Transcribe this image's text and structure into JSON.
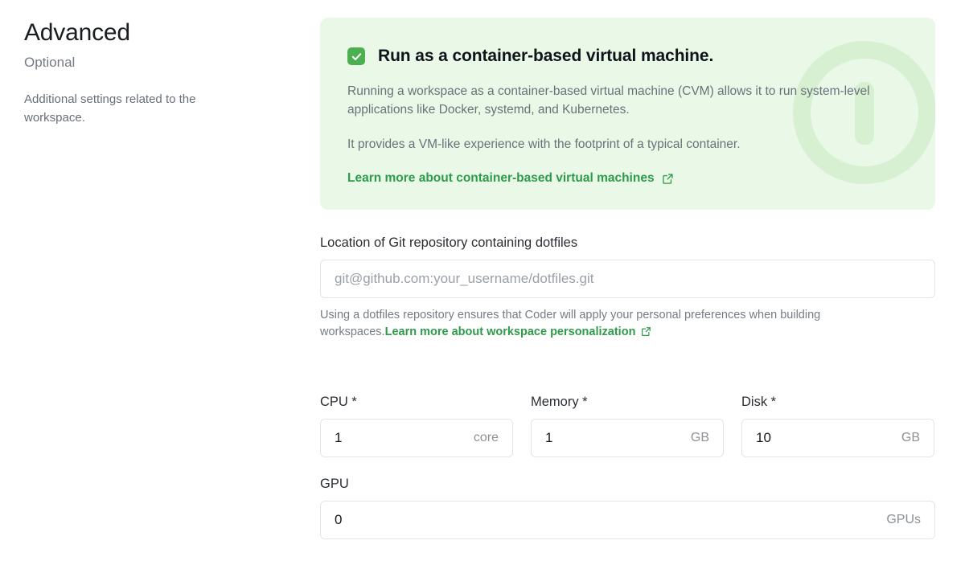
{
  "sidebar": {
    "title": "Advanced",
    "subtitle": "Optional",
    "description": "Additional settings related to the workspace."
  },
  "info_card": {
    "checkbox_checked": true,
    "checkbox_icon": "checkmark-icon",
    "title": "Run as a container-based virtual machine.",
    "paragraph_1": "Running a workspace as a container-based virtual machine (CVM) allows it to run system-level applications like Docker, systemd, and Kubernetes.",
    "paragraph_2": "It provides a VM-like experience with the footprint of a typical container.",
    "link_label": "Learn more about container-based virtual machines",
    "link_icon": "external-link-icon",
    "watermark_icon": "info-circle-icon",
    "background_color": "#e9f8e7",
    "accent_color": "#2e9b4a",
    "checkbox_color": "#4caf50"
  },
  "dotfiles": {
    "label": "Location of Git repository containing dotfiles",
    "value": "",
    "placeholder": "git@github.com:your_username/dotfiles.git",
    "help_text": "Using a dotfiles repository ensures that Coder will apply your personal preferences when building workspaces.",
    "help_link_label": "Learn more about workspace personalization",
    "help_link_icon": "external-link-icon"
  },
  "resources": [
    {
      "name": "cpu",
      "label": "CPU *",
      "value": "1",
      "suffix": "core"
    },
    {
      "name": "memory",
      "label": "Memory *",
      "value": "1",
      "suffix": "GB"
    },
    {
      "name": "disk",
      "label": "Disk *",
      "value": "10",
      "suffix": "GB"
    }
  ],
  "gpu": {
    "label": "GPU",
    "value": "0",
    "suffix": "GPUs"
  }
}
